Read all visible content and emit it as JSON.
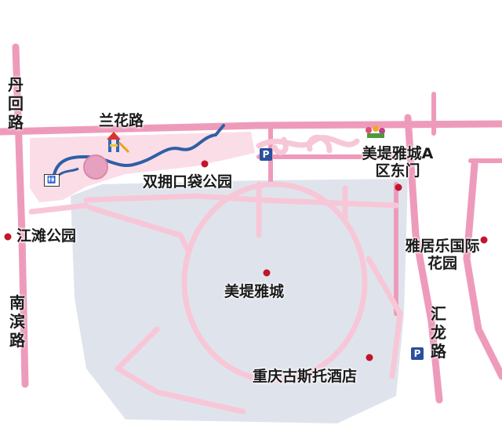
{
  "map": {
    "roads": {
      "danhui": "丹回路",
      "lanhua": "兰花路",
      "nanbin": "南滨路",
      "huilong": "汇龙路"
    },
    "places": {
      "shuangyong_park": "双拥口袋公园",
      "meiti_a_east_gate": "美堤雅城A区东门",
      "jiangtan_park": "江滩公园",
      "yajule_garden": "雅居乐国际花园",
      "meiti_yacheng": "美堤雅城",
      "chongqing_costa_hotel": "重庆古斯托酒店"
    },
    "icons": {
      "parking": "P",
      "restroom": "🚻",
      "playground": "playground-icon",
      "flowers": "flower-icon"
    },
    "colors": {
      "road": "#ee9bbb",
      "path": "#f7c7d8",
      "district_fill": "#dfe4ec",
      "park_fill": "#fbdde8",
      "river": "#2f5fa3",
      "marker": "#c3142c",
      "parking": "#2a4f9c"
    }
  }
}
